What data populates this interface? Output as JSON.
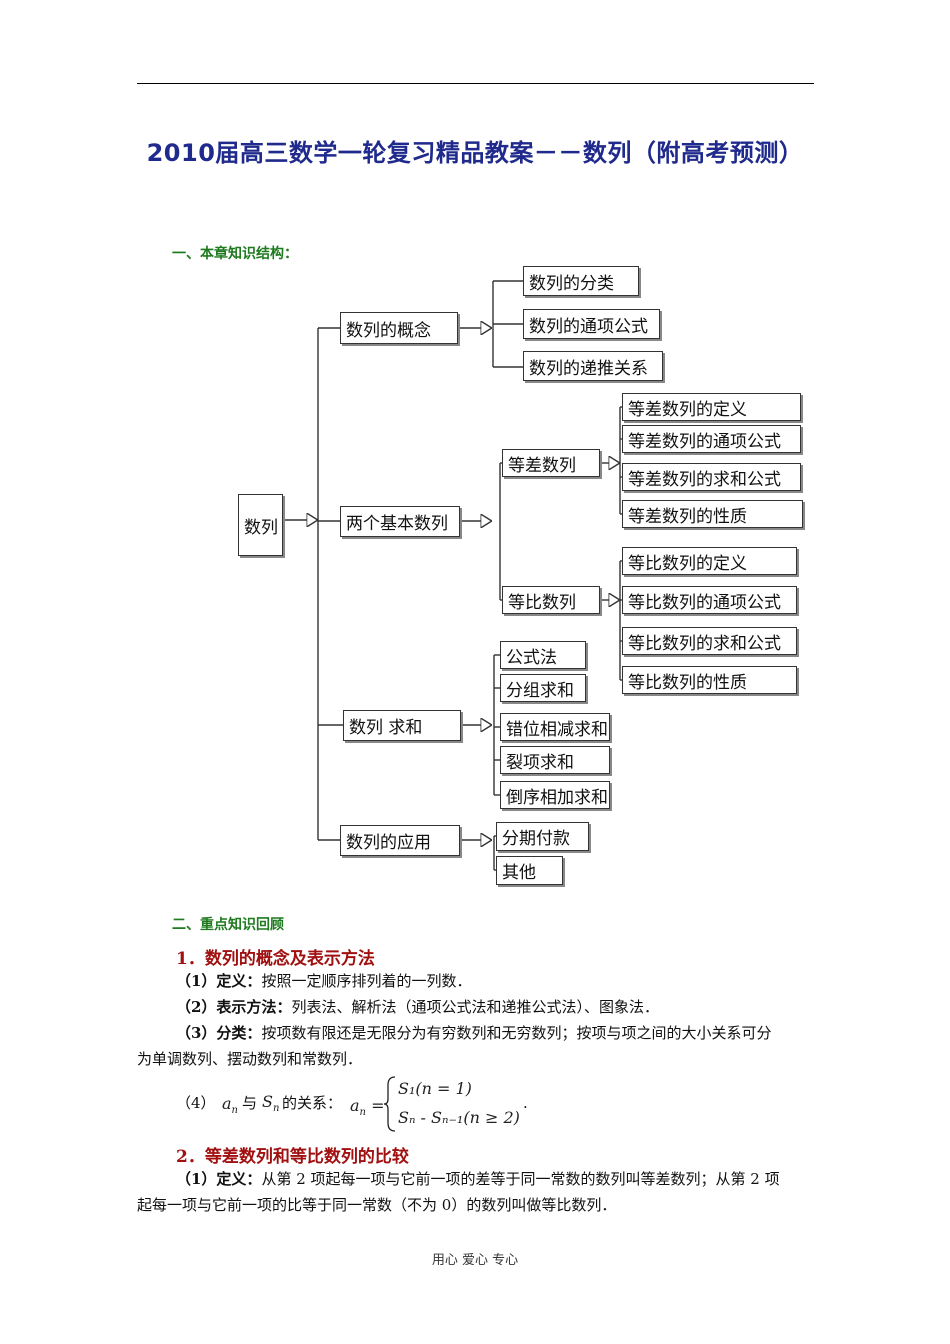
{
  "title": "2010届高三数学一轮复习精品教案－－数列（附高考预测）",
  "section1": {
    "heading": "一、本章知识结构："
  },
  "diagram": {
    "root": "数列",
    "branches": {
      "concept": {
        "label": "数列的概念",
        "children": [
          "数列的分类",
          "数列的通项公式",
          "数列的递推关系"
        ]
      },
      "basic": {
        "label": "两个基本数列",
        "arith": {
          "label": "等差数列",
          "children": [
            "等差数列的定义",
            "等差数列的通项公式",
            "等差数列的求和公式",
            "等差数列的性质"
          ]
        },
        "geo": {
          "label": "等比数列",
          "children": [
            "等比数列的定义",
            "等比数列的通项公式",
            "等比数列的求和公式",
            "等比数列的性质"
          ]
        }
      },
      "sum": {
        "label": "数列 求和",
        "children": [
          "公式法",
          "分组求和",
          "错位相减求和",
          "裂项求和",
          "倒序相加求和"
        ]
      },
      "app": {
        "label": "数列的应用",
        "children": [
          "分期付款",
          "其他"
        ]
      }
    }
  },
  "section2": {
    "heading": "二、重点知识回顾",
    "sub1": {
      "heading": "1．数列的概念及表示方法",
      "p1_label": "（1）定义：",
      "p1_text": "按照一定顺序排列着的一列数．",
      "p2_label": "（2）表示方法：",
      "p2_text": "列表法、解析法（通项公式法和递推公式法）、图象法．",
      "p3_label": "（3）分类：",
      "p3_text": "按项数有限还是无限分为有穷数列和无穷数列；按项与项之间的大小关系可分",
      "p3_cont": "为单调数列、摆动数列和常数列．",
      "p4_label": "（4）",
      "p4_mid": "与",
      "p4_rel": "的关系：",
      "f_an": "a",
      "f_n": "n",
      "f_sn": "S",
      "case1": "S₁(n = 1)",
      "case2": "Sₙ - Sₙ₋₁(n ≥ 2)",
      "end": "."
    },
    "sub2": {
      "heading": "2．等差数列和等比数列的比较",
      "p1_label": "（1）定义：",
      "p1_text": "从第 2 项起每一项与它前一项的差等于同一常数的数列叫等差数列；从第 2 项",
      "p1_cont": "起每一项与它前一项的比等于同一常数（不为 0）的数列叫做等比数列．"
    }
  },
  "footer": "用心 爱心 专心"
}
